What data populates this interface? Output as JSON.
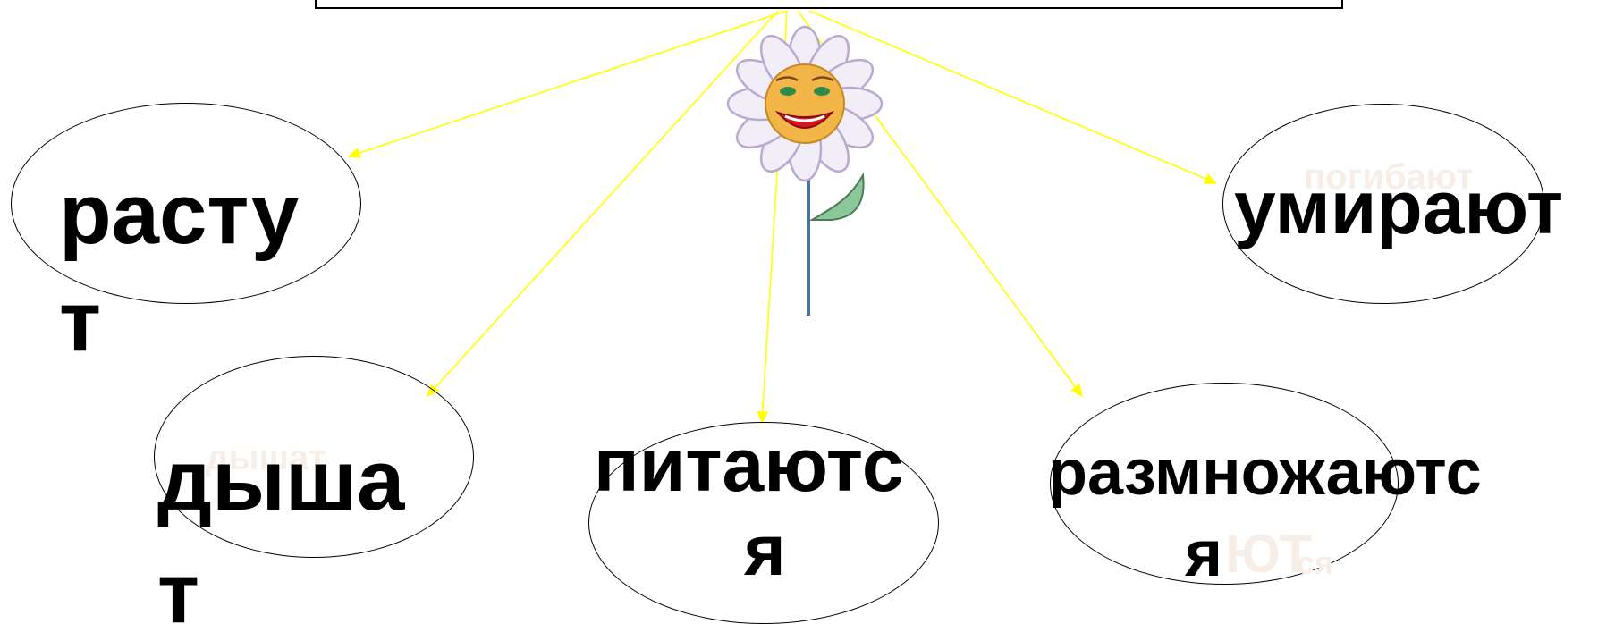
{
  "words": {
    "grow_line1": "расту",
    "grow_line2": "т",
    "breathe_line1": "дыша",
    "breathe_line2": "т",
    "feed_line1": "питаютс",
    "feed_line2": "я",
    "reproduce_line1": "размножаютс",
    "reproduce_line2": "я",
    "die": "умирают"
  },
  "faint_words": {
    "die_alt": "погибают",
    "breathe_alt": "дышат",
    "reproduce_alt_big": "ЮТ",
    "reproduce_alt_small": "ся"
  },
  "colors": {
    "connector": "#ffff00",
    "outline": "#000000",
    "petal": "#f2eef8",
    "petal_shade": "#b9a9cf",
    "face": "#f2b548",
    "stem": "#4a6fa0",
    "leaf": "#8cc79a"
  }
}
